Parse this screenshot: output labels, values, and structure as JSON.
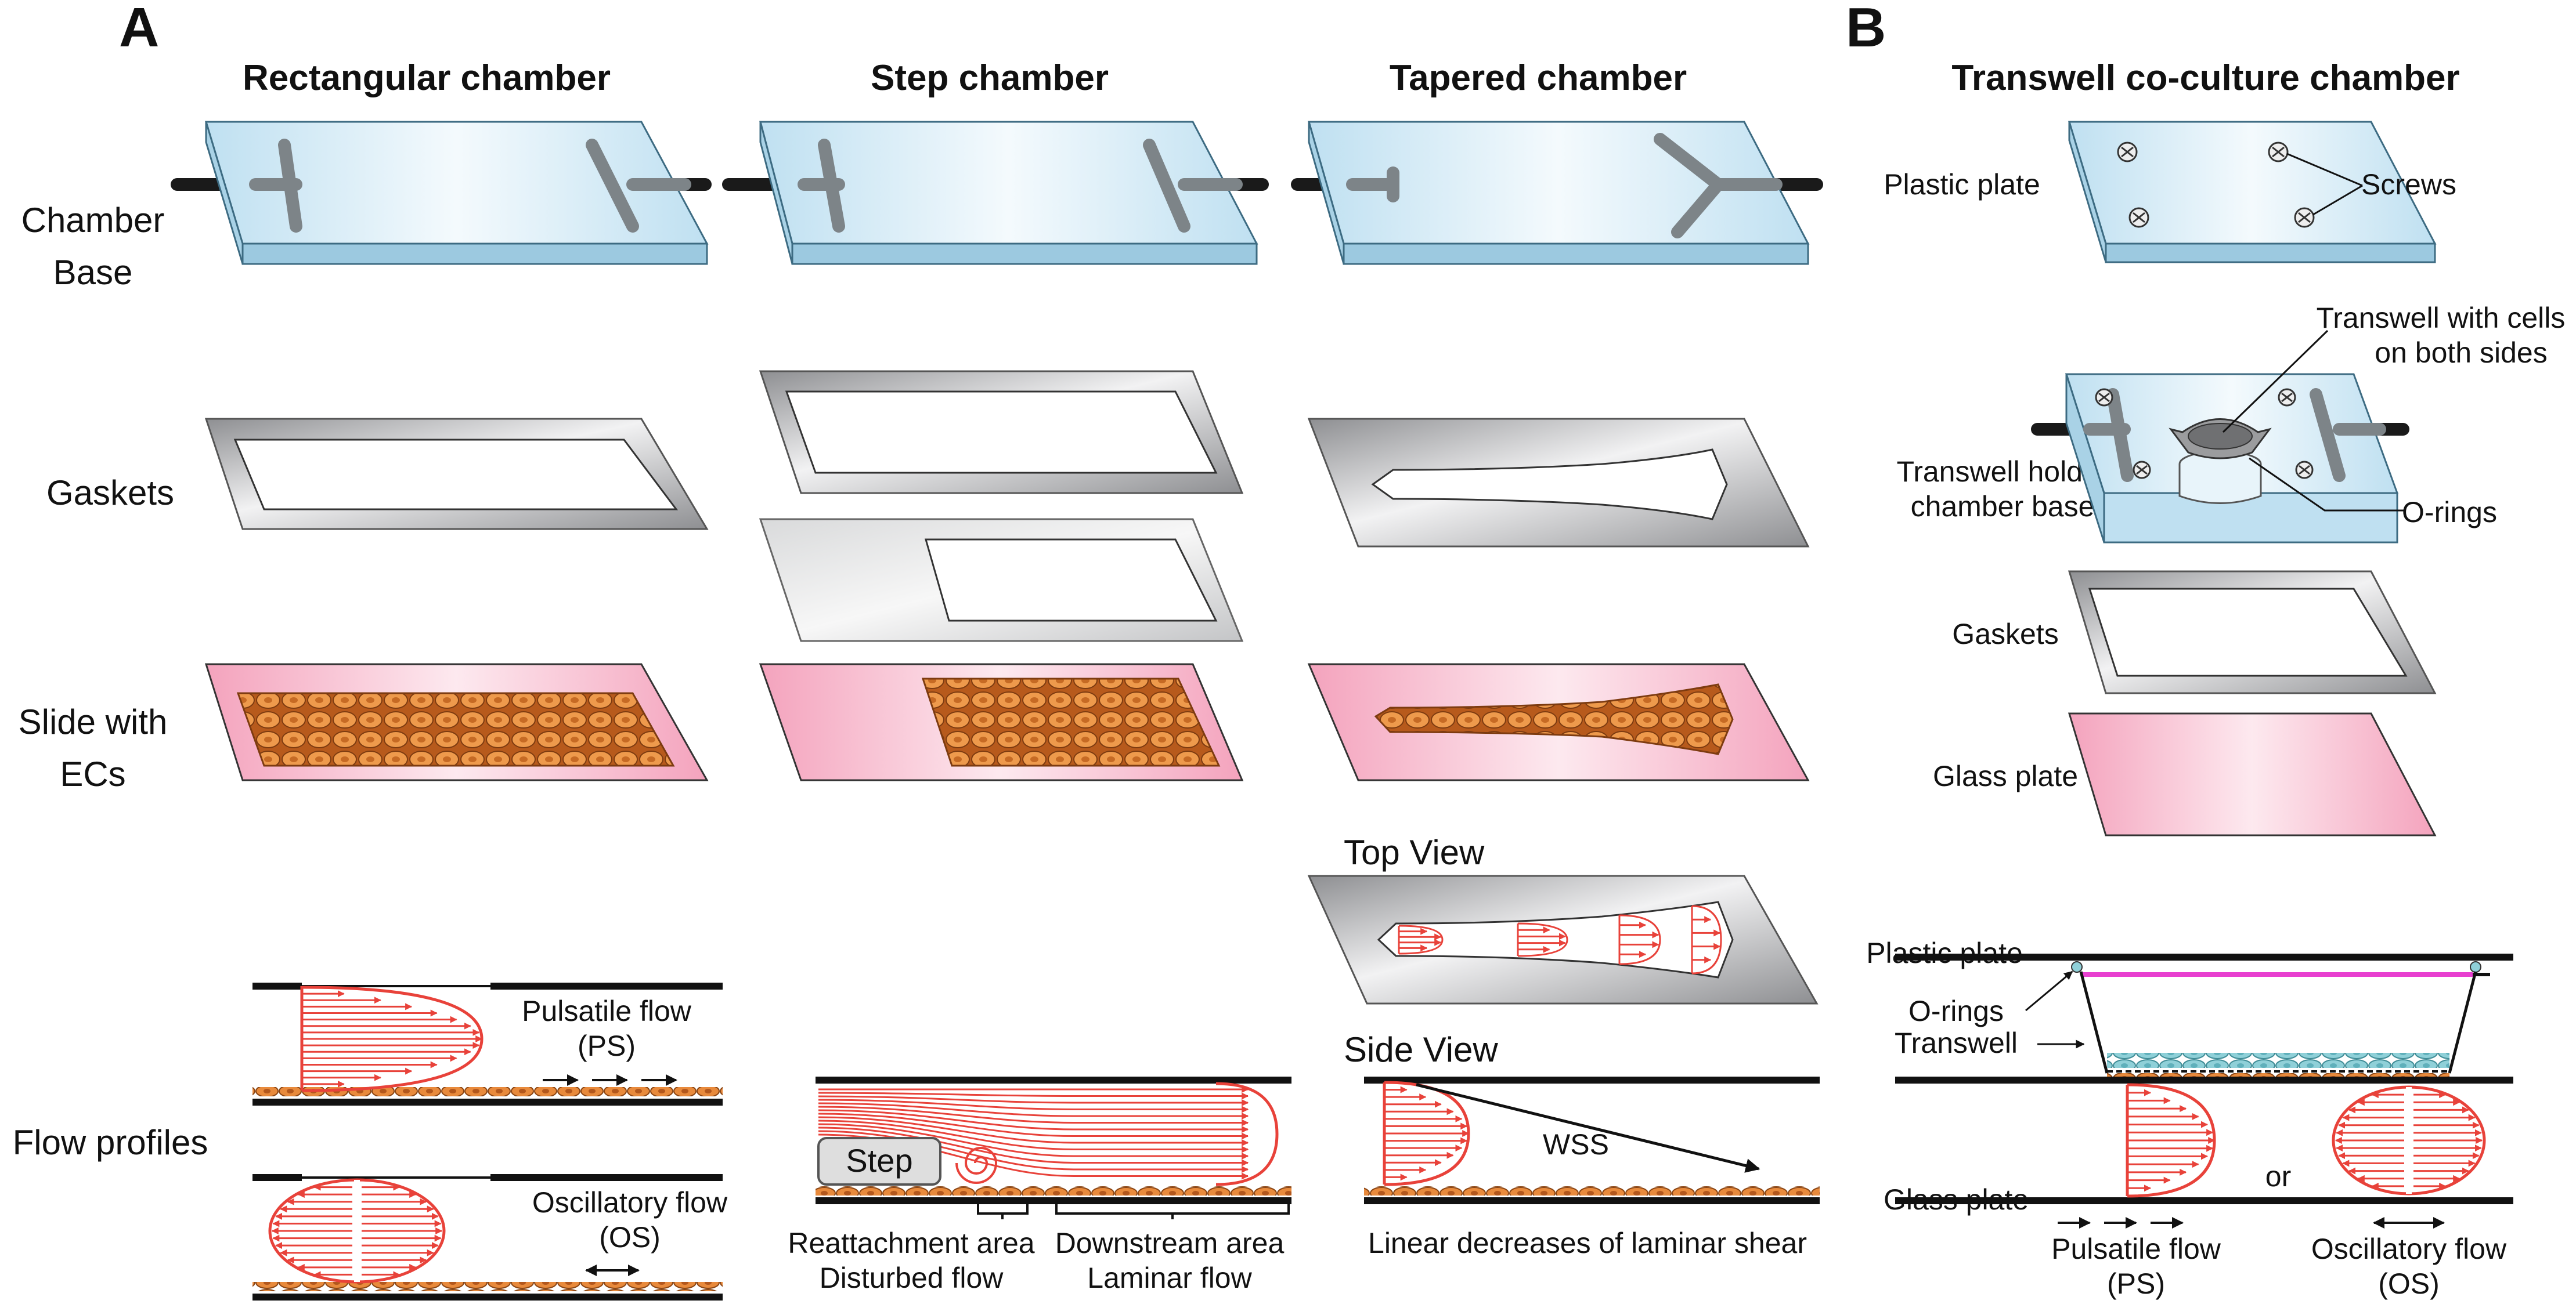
{
  "panels": {
    "a": "A",
    "b": "B"
  },
  "headings": {
    "rect": "Rectangular chamber",
    "step": "Step chamber",
    "taper": "Tapered chamber",
    "transwell": "Transwell co-culture chamber"
  },
  "rows": {
    "chamber_base_1": "Chamber",
    "chamber_base_2": "Base",
    "gaskets": "Gaskets",
    "slide_1": "Slide with",
    "slide_2": "ECs",
    "flow_profiles": "Flow profiles"
  },
  "rect_flow": {
    "pulsatile_1": "Pulsatile flow",
    "pulsatile_2": "(PS)",
    "oscillatory_1": "Oscillatory flow",
    "oscillatory_2": "(OS)"
  },
  "step_flow": {
    "step": "Step",
    "reattach_1": "Reattachment area",
    "reattach_2": "Disturbed flow",
    "down_1": "Downstream area",
    "down_2": "Laminar flow"
  },
  "taper_flow": {
    "top_view": "Top View",
    "side_view": "Side View",
    "wss": "WSS",
    "linear": "Linear decreases of laminar shear"
  },
  "transwell": {
    "plastic_plate": "Plastic plate",
    "screws": "Screws",
    "tw_cells_1": "Transwell with cells",
    "tw_cells_2": "on both sides",
    "holder_1": "Transwell  holder",
    "holder_2": "chamber base",
    "o_rings": "O-rings",
    "gaskets": "Gaskets",
    "glass_plate": "Glass plate",
    "sec_plastic": "Plastic plate",
    "sec_orings": "O-rings",
    "sec_transwell": "Transwell",
    "sec_glass": "Glass plate",
    "or": "or",
    "ps_1": "Pulsatile flow",
    "ps_2": "(PS)",
    "os_1": "Oscillatory flow",
    "os_2": "(OS)"
  },
  "colors": {
    "flow_red": "#e8423a",
    "cell_orange": "#e88a3c",
    "gasket_grey": "#a9aaac",
    "base_blue": "#d5ebf6",
    "slide_pink": "#f5a8bf",
    "transwell_magenta": "#e83fd0",
    "transwell_cells": "#8fd0d8"
  }
}
